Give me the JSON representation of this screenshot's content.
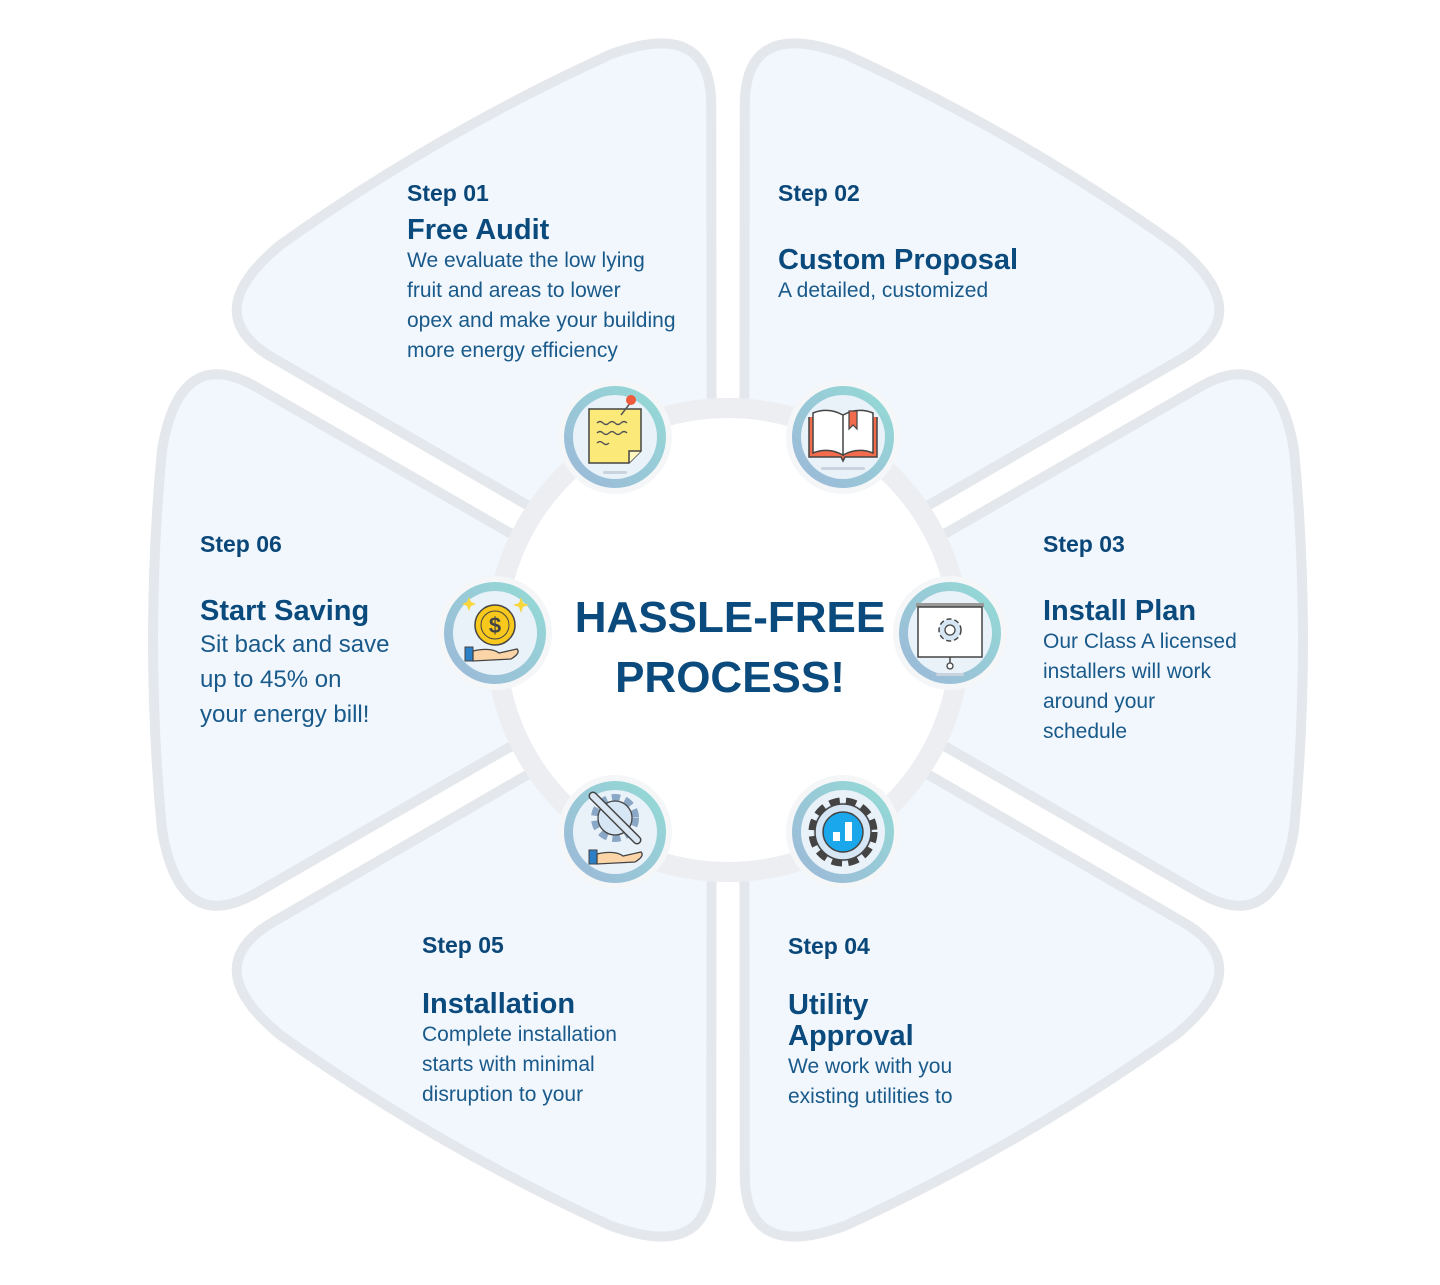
{
  "heading": {
    "line1": "HASSLE-FREE",
    "line2": "PROCESS!"
  },
  "colors": {
    "petal_fill": "#f1f7fd",
    "petal_stroke": "#e4e7eb",
    "ring": "#eceef1",
    "text": "#0a4a7c"
  },
  "steps": [
    {
      "step": "Step 01",
      "title": "Free Audit",
      "body": [
        "We evaluate the low lying",
        "fruit and areas to lower",
        "opex and make your building",
        "more energy efficiency"
      ],
      "icon": "sticky-note-icon"
    },
    {
      "step": "Step 02",
      "title": "Custom Proposal",
      "body": [
        "A detailed, customized"
      ],
      "icon": "open-book-icon"
    },
    {
      "step": "Step 03",
      "title": "Install Plan",
      "body": [
        "Our Class A licensed",
        "installers will work",
        "around your",
        "schedule"
      ],
      "icon": "presentation-gear-icon"
    },
    {
      "step": "Step 04",
      "title_lines": [
        "Utility",
        "Approval"
      ],
      "body": [
        "We work with you",
        "existing utilities to"
      ],
      "icon": "gear-chart-icon"
    },
    {
      "step": "Step 05",
      "title": "Installation",
      "body": [
        "Complete installation",
        "starts with minimal",
        "disruption to your"
      ],
      "icon": "wrench-gear-hand-icon"
    },
    {
      "step": "Step 06",
      "title": "Start Saving",
      "body": [
        "Sit back and save",
        "up to 45% on",
        "your energy bill!"
      ],
      "icon": "coin-hand-icon"
    }
  ]
}
